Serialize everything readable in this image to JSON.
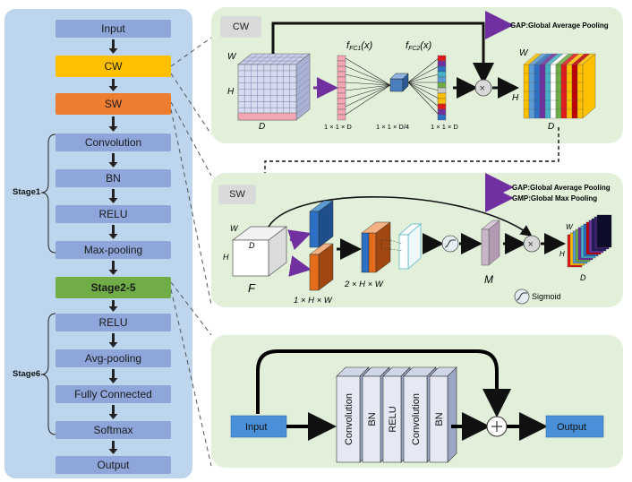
{
  "pipeline": {
    "blocks": [
      "Input",
      "CW",
      "SW",
      "Convolution",
      "BN",
      "RELU",
      "Max-pooling",
      "Stage2-5",
      "RELU",
      "Avg-pooling",
      "Fully Connected",
      "Softmax",
      "Output"
    ],
    "stage1_label": "Stage1",
    "stage6_label": "Stage6"
  },
  "colors": {
    "side_panel": "#bdd6ee",
    "block": "#8fa6db",
    "cw": "#ffc000",
    "sw": "#ed7d31",
    "stage25": "#70ad47",
    "detail_panel": "#e2efd9",
    "pink": "#f4a6b4",
    "orange": "#e46c1a",
    "blue": "#2c70c5",
    "purple": "#7030a0",
    "teal": "#46b0c8"
  },
  "cw": {
    "tag": "CW",
    "legend_gap": "GAP:Global Average  Pooling",
    "fc1": "f",
    "fc1_sub": "FC1",
    "fc2": "f",
    "fc2_sub": "FC2",
    "fc_arg": "(x)",
    "dim_1x1xD": "1 × 1 × D",
    "dim_mid": "1 × 1 × D/4",
    "dim_out": "1 × 1 × D",
    "label_w": "W",
    "label_h": "H",
    "label_d": "D",
    "out_w": "W",
    "out_h": "H",
    "out_d": "D"
  },
  "sw": {
    "tag": "SW",
    "legend_gap": "GAP:Global Average Pooling",
    "legend_gmp": "GMP:Global Max Pooling",
    "label_w": "W",
    "label_h": "H",
    "label_d": "D",
    "f_label": "F",
    "dim_1hw": "1 × H × W",
    "dim_2hw": "2 × H × W",
    "m_label": "M",
    "sigmoid": "Sigmoid",
    "out_w": "W",
    "out_h": "H",
    "out_d": "D"
  },
  "res": {
    "input": "Input",
    "output": "Output",
    "layers": [
      "Convolution",
      "BN",
      "RELU",
      "Convolution",
      "BN"
    ]
  }
}
